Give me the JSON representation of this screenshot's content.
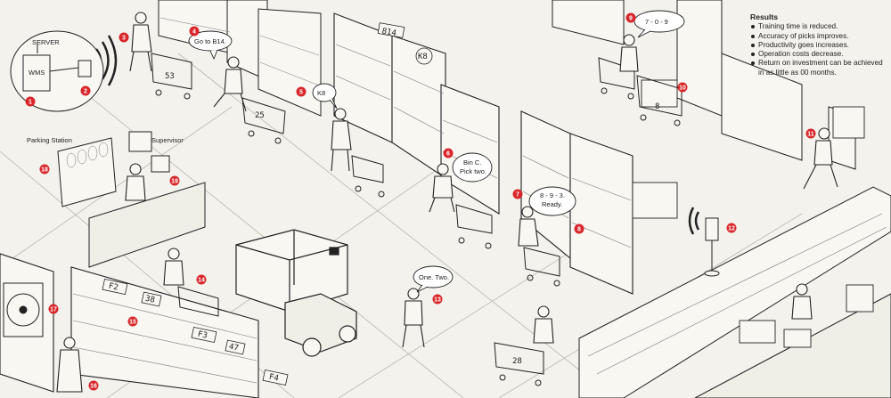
{
  "results": {
    "title": "Results",
    "items": [
      "Training time is reduced.",
      "Accuracy of picks improves.",
      "Productivity goes increases.",
      "Operation costs decrease.",
      "Return on investment can be achieved in as little as 00 months."
    ]
  },
  "labels": {
    "server": "SERVER",
    "wms": "WMS",
    "parking_station": "Parking Station",
    "supervisor": "Supervisor"
  },
  "bubbles": {
    "b4": "Go to B14.",
    "b5": "K8",
    "b6": [
      "Bin C.",
      "Pick two."
    ],
    "b7": [
      "8 - 9 - 3.",
      "Ready."
    ],
    "b9": "7 - 0 - 9",
    "b13": "One. Two."
  },
  "markers": [
    "1",
    "2",
    "3",
    "4",
    "5",
    "6",
    "7",
    "8",
    "9",
    "10",
    "11",
    "12",
    "13",
    "14",
    "15",
    "16",
    "17",
    "18",
    "19"
  ],
  "box_labels": {
    "b814": "814",
    "k8": "K8",
    "f2": "F2",
    "n38": "38",
    "f3": "F3",
    "n47": "47",
    "f4": "F4",
    "n25": "25",
    "n28": "28",
    "n8": "8",
    "n53": "53"
  },
  "accent_color": "#d8262b"
}
